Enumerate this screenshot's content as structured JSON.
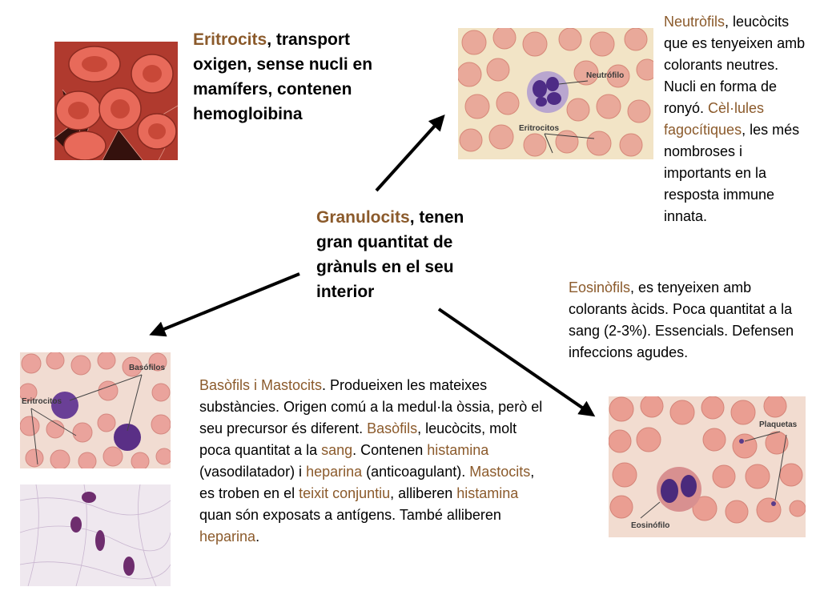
{
  "eritrocits": {
    "term": "Eritrocits",
    "text": ", transport oxigen, sense nucli en mamífers, contenen hemogloibina"
  },
  "granulocits": {
    "term": "Granulocits",
    "text": ", tenen gran quantitat de grànuls en el seu interior"
  },
  "neutrofils": {
    "term": "Neutròfils",
    "text1": ", leucòcits que es tenyeixen amb colorants neutres. Nucli en forma de ronyó. ",
    "term2": "Cèl·lules fagocítiques",
    "text2": ", les més nombroses i importants en la resposta immune innata."
  },
  "eosinofils": {
    "term": "Eosinòfils",
    "text": ", es tenyeixen amb colorants àcids. Poca quantitat a la sang (2-3%). Essencials. Defensen infeccions agudes."
  },
  "basofils": {
    "t1": "Basòfils i Mastocits",
    "t2": ". Produeixen les mateixes substàncies. Origen comú a la medul·la òssia, però el seu precursor és diferent. ",
    "t3": "Basòfils",
    "t4": ", leucòcits, molt poca quantitat a la ",
    "t5": "sang",
    "t6": ". Contenen ",
    "t7": "histamina",
    "t8": " (vasodilatador) i ",
    "t9": "heparina",
    "t10": " (anticoagulant). ",
    "t11": "Mastocits",
    "t12": ", es troben en el ",
    "t13": "teixit conjuntiu",
    "t14": ", alliberen ",
    "t15": "histamina",
    "t16": " quan són exposats a antígens. També alliberen ",
    "t17": "heparina",
    "t18": "."
  },
  "image_labels": {
    "neutrofilo": "Neutrófilo",
    "eritrocitos_neutro": "Eritrocitos",
    "basofilos": "Basófilos",
    "eritrocitos_baso": "Eritrocitos",
    "plaquetas": "Plaquetas",
    "eosinofilo": "Eosinófilo"
  },
  "colors": {
    "highlight": "#8b5a2b",
    "rbc_pink": "#e89a8c",
    "stain_purple": "#5b3c8c",
    "slide_bg": "#f3e6c8"
  }
}
